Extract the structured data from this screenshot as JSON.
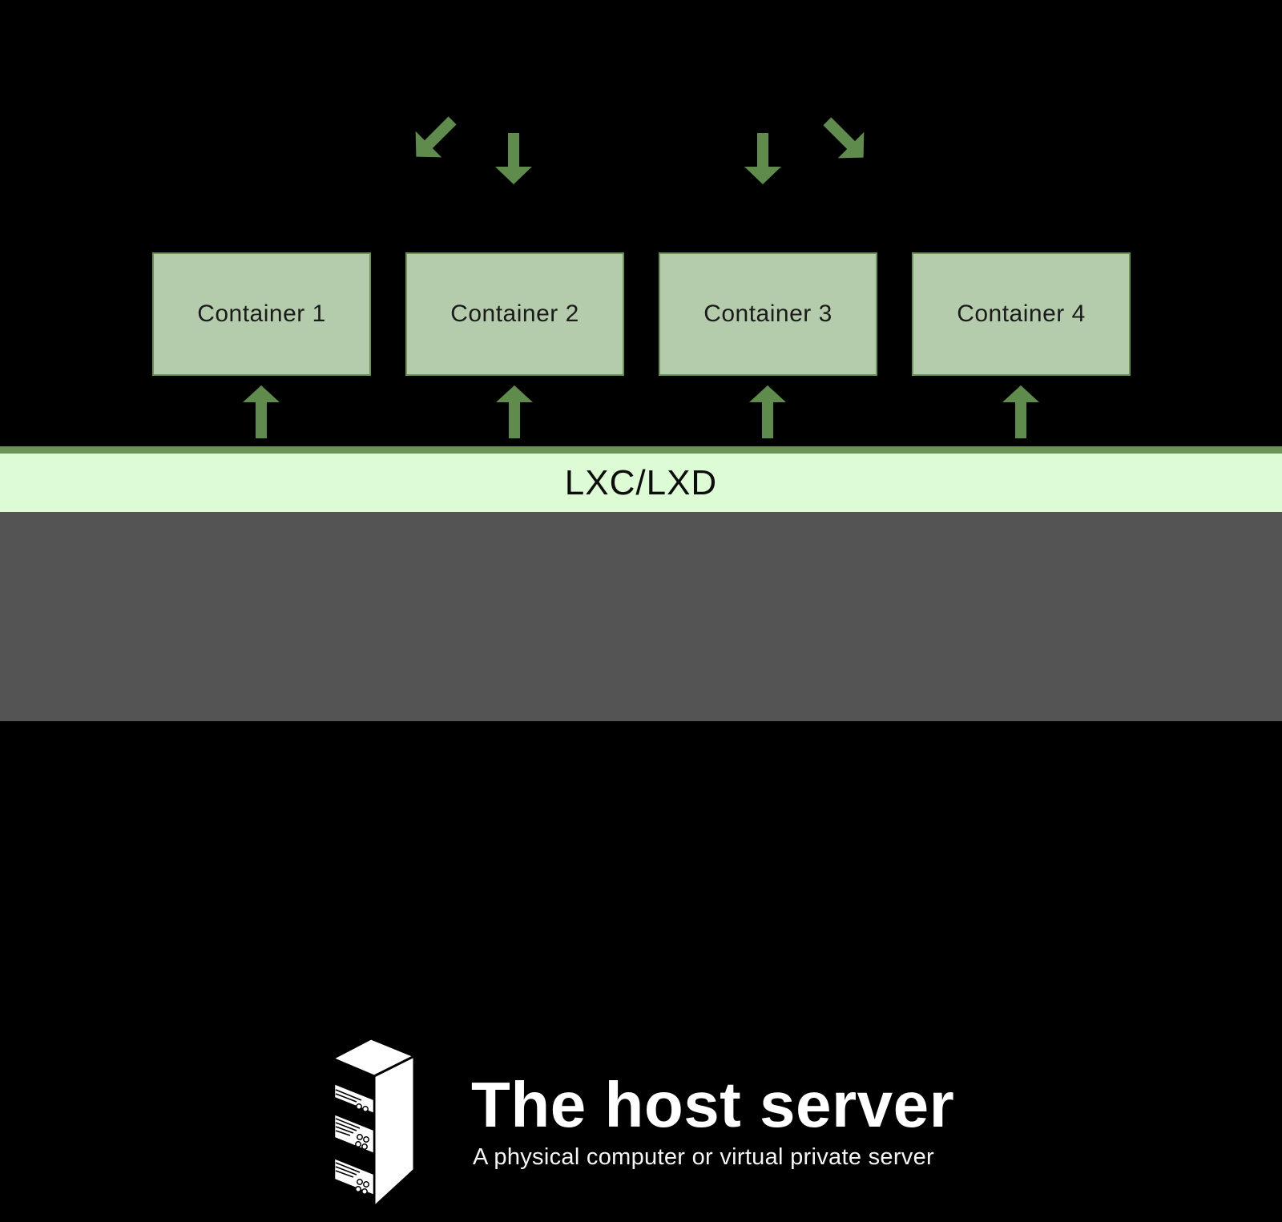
{
  "diagram": {
    "title_context": "LXC/LXD container architecture diagram",
    "containers": [
      {
        "label": "Container 1"
      },
      {
        "label": "Container 2"
      },
      {
        "label": "Container 3"
      },
      {
        "label": "Container 4"
      }
    ],
    "layer_bar": {
      "label": "LXC/LXD"
    },
    "host": {
      "title": "The host server",
      "subtitle": "A physical computer or virtual private server",
      "icon": "server-rack-icon"
    },
    "arrows": {
      "top": [
        "arrow-diagonal-down-left-icon",
        "arrow-down-icon",
        "arrow-down-icon",
        "arrow-diagonal-down-right-icon"
      ],
      "bottom": [
        "arrow-up-icon",
        "arrow-up-icon",
        "arrow-up-icon",
        "arrow-up-icon"
      ]
    },
    "colors": {
      "arrow_green": "#5f8c4c",
      "border_green": "#6b9355",
      "container_fill": "#b4cbac",
      "bar_fill": "#ddfbd5",
      "host_gray": "#545454",
      "background": "#000000",
      "text_dark": "#1b1b1b",
      "text_light": "#ffffff"
    }
  }
}
